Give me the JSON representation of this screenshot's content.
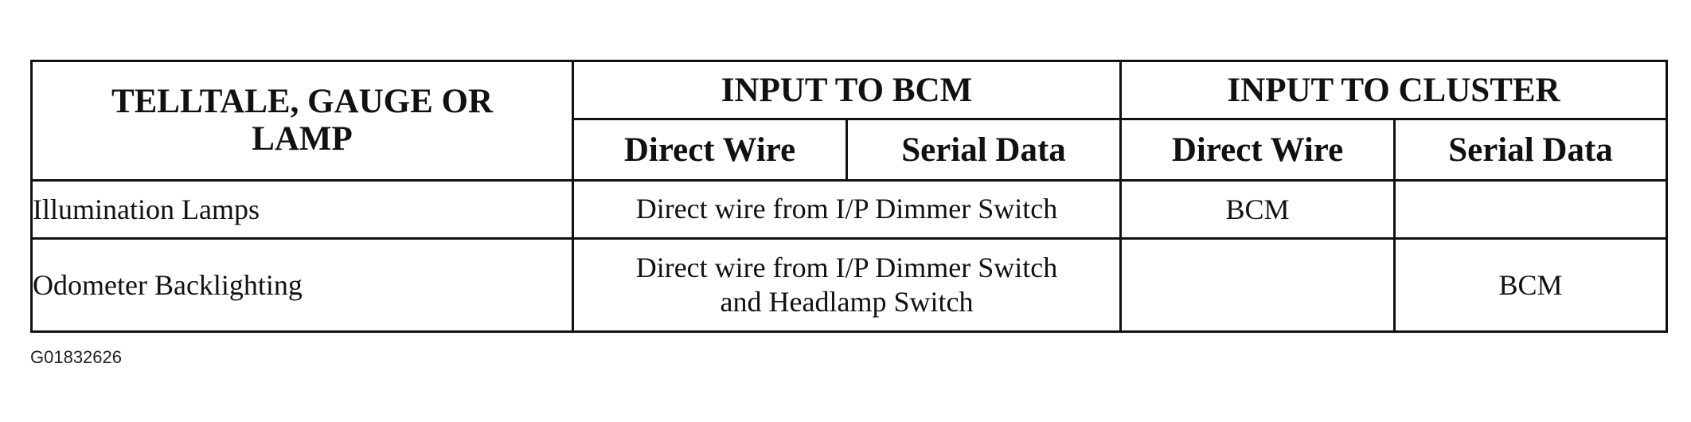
{
  "table": {
    "header": {
      "col0_lines": [
        "TELLTALE, GAUGE OR",
        "LAMP"
      ],
      "group_bcm": "INPUT TO BCM",
      "group_cluster": "INPUT TO CLUSTER",
      "sub_direct_wire": "Direct Wire",
      "sub_serial_data": "Serial Data"
    },
    "rows": [
      {
        "label": "Illumination Lamps",
        "bcm_input_lines": [
          "Direct wire from I/P Dimmer Switch"
        ],
        "cluster_direct_wire": "BCM",
        "cluster_serial_data": ""
      },
      {
        "label": "Odometer Backlighting",
        "bcm_input_lines": [
          "Direct wire from I/P Dimmer Switch",
          "and Headlamp Switch"
        ],
        "cluster_direct_wire": "",
        "cluster_serial_data": "BCM"
      }
    ]
  },
  "footer": {
    "code": "G01832626"
  }
}
